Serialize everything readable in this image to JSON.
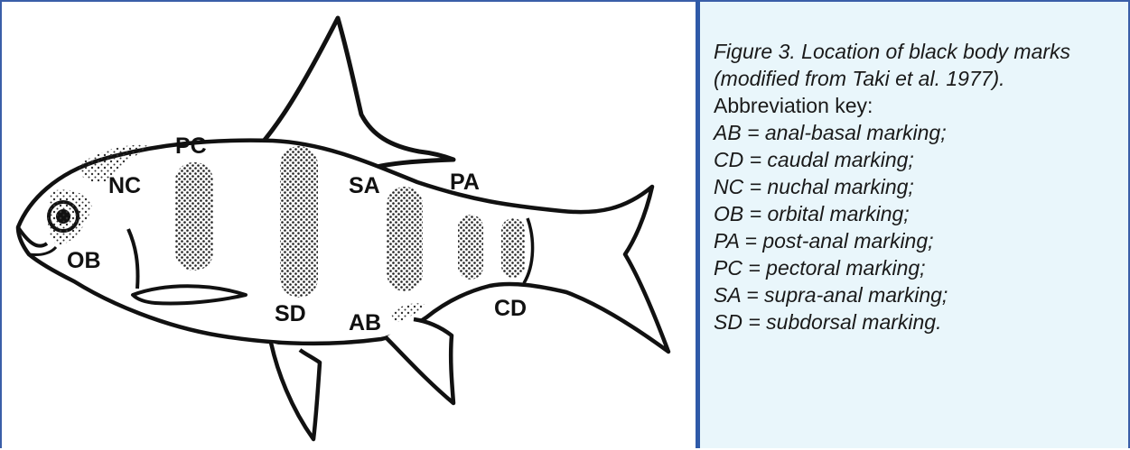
{
  "figure": {
    "labels": {
      "pc": "PC",
      "nc": "NC",
      "ob": "OB",
      "sd": "SD",
      "sa": "SA",
      "pa": "PA",
      "ab": "AB",
      "cd": "CD"
    }
  },
  "caption": {
    "title": "Figure 3. Location of black body marks (modified from Taki et al. 1977).",
    "key_heading": "Abbreviation key:",
    "key": [
      "AB = anal-basal marking;",
      "CD = caudal marking;",
      "NC = nuchal marking;",
      "OB = orbital marking;",
      "PA = post-anal marking;",
      "PC = pectoral marking;",
      "SA = supra-anal marking;",
      "SD = subdorsal marking."
    ]
  },
  "colors": {
    "frame": "#2f5aa8",
    "caption_bg": "#e9f6fb",
    "ink": "#111111"
  }
}
